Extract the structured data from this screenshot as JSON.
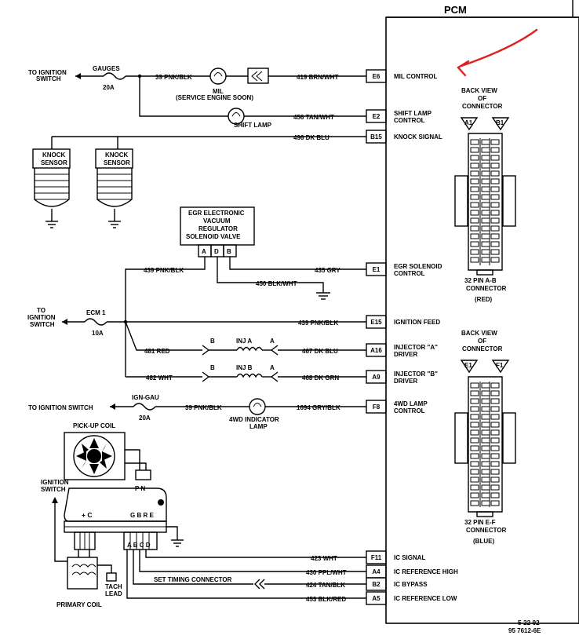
{
  "pcm_title": "PCM",
  "pcm_pins": [
    {
      "pin": "E6",
      "label": "MIL CONTROL",
      "label2": ""
    },
    {
      "pin": "E2",
      "label": "SHIFT LAMP",
      "label2": "CONTROL"
    },
    {
      "pin": "B15",
      "label": "KNOCK SIGNAL",
      "label2": ""
    },
    {
      "pin": "E1",
      "label": "EGR SOLENOID",
      "label2": "CONTROL"
    },
    {
      "pin": "E15",
      "label": "IGNITION FEED",
      "label2": ""
    },
    {
      "pin": "A16",
      "label": "INJECTOR \"A\"",
      "label2": "DRIVER"
    },
    {
      "pin": "A9",
      "label": "INJECTOR \"B\"",
      "label2": "DRIVER"
    },
    {
      "pin": "F8",
      "label": "4WD LAMP",
      "label2": "CONTROL"
    },
    {
      "pin": "F11",
      "label": "IC SIGNAL",
      "label2": ""
    },
    {
      "pin": "A4",
      "label": "IC REFERENCE HIGH",
      "label2": ""
    },
    {
      "pin": "B2",
      "label": "IC BYPASS",
      "label2": ""
    },
    {
      "pin": "A5",
      "label": "IC REFERENCE LOW",
      "label2": ""
    }
  ],
  "wires": {
    "w419": "419 BRN/WHT",
    "w39a": "39 PNK/BLK",
    "w456": "456 TAN/WHT",
    "w496": "496 DK BLU",
    "w435": "435 GRY",
    "w439a": "439 PNK/BLK",
    "w450": "450 BLK/WHT",
    "w439b": "439 PNK/BLK",
    "w481": "481 RED",
    "w467": "467 DK BLU",
    "w482": "482 WHT",
    "w468": "468 DK GRN",
    "w39b": "39 PNK/BLK",
    "w1694": "1694 GRY/BLK",
    "w423": "423 WHT",
    "w430": "430 PPL/WHT",
    "w424": "424 TAN/BLK",
    "w453": "453 BLK/RED"
  },
  "labels": {
    "to_ign1a": "TO IGNITION",
    "to_ign1b": "SWITCH",
    "gauges": "GAUGES",
    "fuse20a": "20A",
    "mil": "MIL",
    "mil_sub": "(SERVICE ENGINE SOON)",
    "shift_lamp": "SHIFT LAMP",
    "knock1a": "KNOCK",
    "knock1b": "SENSOR",
    "knock2a": "KNOCK",
    "knock2b": "SENSOR",
    "egr1": "EGR ELECTRONIC",
    "egr2": "VACUUM",
    "egr3": "REGULATOR",
    "egr4": "SOLENOID VALVE",
    "egr_a": "A",
    "egr_d": "D",
    "egr_b": "B",
    "to2a": "TO",
    "to2b": "IGNITION",
    "to2c": "SWITCH",
    "ecm1": "ECM 1",
    "fuse10a": "10A",
    "inj_a": "INJ A",
    "inj_b": "INJ B",
    "pin_b1": "B",
    "pin_a1": "A",
    "pin_b2": "B",
    "pin_a2": "A",
    "to_ign3": "TO IGNITION SWITCH",
    "ign_gau": "IGN-GAU",
    "fuse20a_2": "20A",
    "lamp4wd1": "4WD INDICATOR",
    "lamp4wd2": "LAMP",
    "pickup": "PICK-UP COIL",
    "pn": "P N",
    "ign_sw1": "IGNITION",
    "ign_sw2": "SWITCH",
    "plus_c": "+ C",
    "gbre": "G B R E",
    "abcd": "A B C D",
    "tach1": "TACH",
    "tach2": "LEAD",
    "primary": "PRIMARY COIL",
    "set_timing": "SET TIMING CONNECTOR",
    "bv1a": "BACK VIEW",
    "bv1b": "OF",
    "bv1c": "CONNECTOR",
    "a1": "A1",
    "b1": "B1",
    "conn1a": "32 PIN A-B",
    "conn1b": "CONNECTOR",
    "conn1c": "(RED)",
    "bv2a": "BACK VIEW",
    "bv2b": "OF",
    "bv2c": "CONNECTOR",
    "e1": "E1",
    "f1": "F1",
    "conn2a": "32 PIN E-F",
    "conn2b": "CONNECTOR",
    "conn2c": "(BLUE)",
    "date": "5-22-92",
    "code": "95 7612-6E"
  },
  "colors": {
    "annotation": "#e02020",
    "line": "#000000"
  }
}
